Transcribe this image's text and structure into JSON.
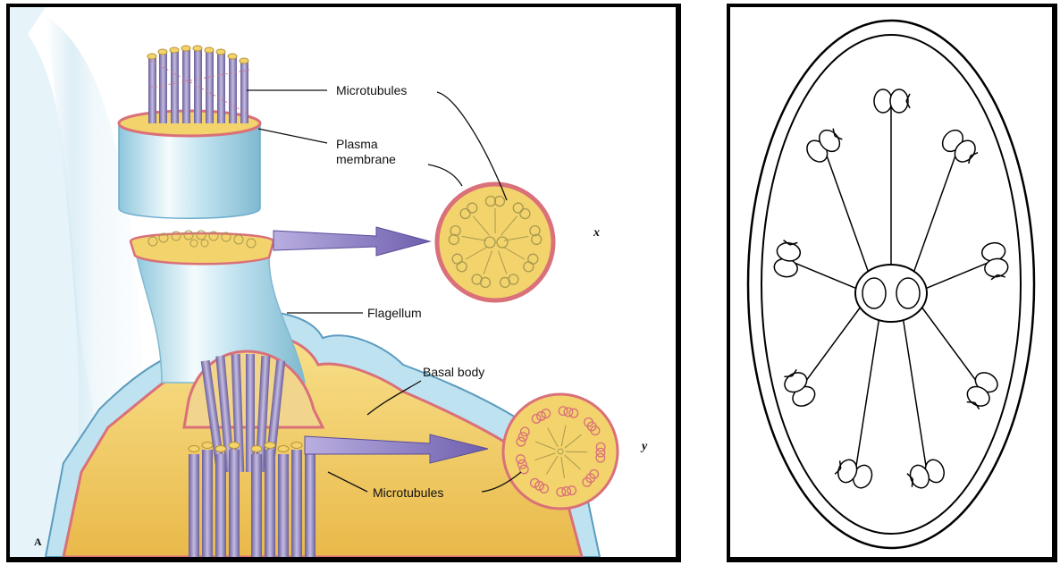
{
  "figure_a": {
    "labels": {
      "microtubules_top": "Microtubules",
      "plasma_membrane_line1": "Plasma",
      "plasma_membrane_line2": "membrane",
      "flagellum": "Flagellum",
      "basal_body": "Basal body",
      "microtubules_bottom": "Microtubules",
      "section_x": "x",
      "section_y": "y",
      "panel_letter": "A"
    },
    "section_x": {
      "outer_doublets": 9,
      "central_pair": 2
    },
    "section_y": {
      "outer_triplets": 9,
      "central_pair": 0
    }
  },
  "figure_b": {
    "outer_doublets": 9,
    "central_pair": 2
  },
  "colors": {
    "membrane_pink": "#d9707a",
    "cytoplasm_yellow": "#f6d66a",
    "flagellum_blue": "#bfe2f0",
    "microtubule_purple": "#8a7fb8",
    "arrow_purple": "#8e7fc2"
  }
}
